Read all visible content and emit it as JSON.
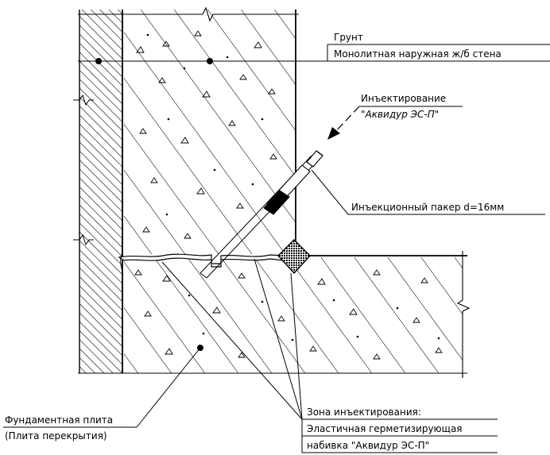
{
  "labels": {
    "soil": "Грунт",
    "wall": "Монолитная наружная ж/б стена",
    "injection_title": "Инъектирование",
    "injection_material": "\"Аквидур ЭС-П\"",
    "packer": "Инъекционный пакер d=16мм",
    "zone": "Зона инъектирования:",
    "seal_line1": "Эластичная герметизирующая",
    "seal_line2": "набивка \"Аквидур ЭС-П\"",
    "slab_line1": "Фундаментная плита",
    "slab_line2": "(Плита перекрытия)"
  },
  "colors": {
    "line": "#000000",
    "background": "#ffffff"
  }
}
